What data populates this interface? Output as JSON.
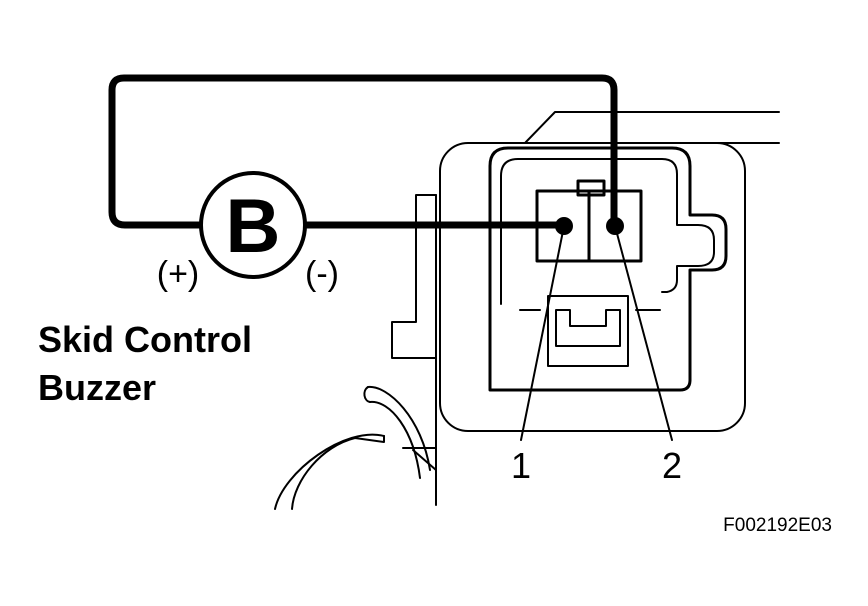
{
  "meter": {
    "symbol": "B",
    "positive_label": "(+)",
    "negative_label": "(-)"
  },
  "component": {
    "name_line1": "Skid Control",
    "name_line2": "Buzzer"
  },
  "terminals": [
    {
      "label": "1"
    },
    {
      "label": "2"
    }
  ],
  "figure_code": "F002192E03"
}
